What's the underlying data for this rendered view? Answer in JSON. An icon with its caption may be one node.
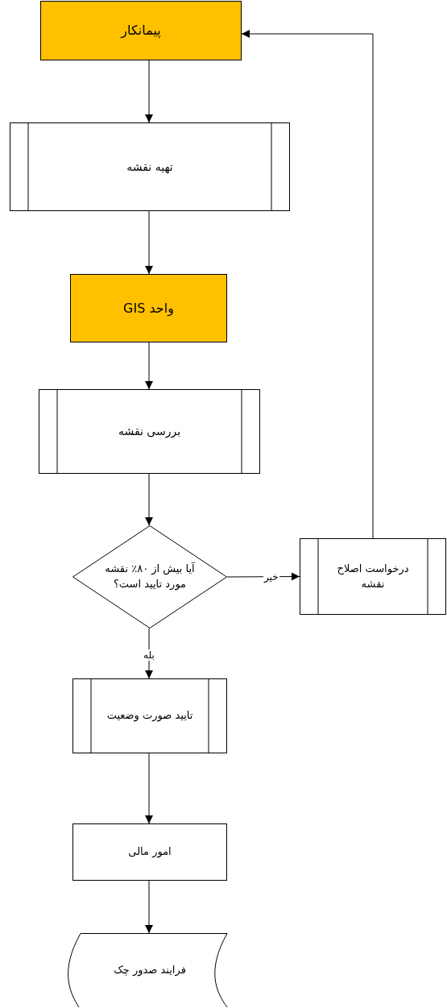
{
  "diagram": {
    "nodes": [
      {
        "text": [
          "پیمانکار"
        ]
      },
      {
        "text": [
          "تهیه نقشه"
        ]
      },
      {
        "text": [
          "واحد GIS"
        ]
      },
      {
        "text": [
          "بررسی نقشه"
        ]
      },
      {
        "text": [
          "آیا بیش از ۸۰٪ نقشه مورد تایید است؟"
        ]
      },
      {
        "text": [
          "درخواست اصلاح نقشه"
        ]
      },
      {
        "text": [
          "تایید صورت وضعیت"
        ]
      },
      {
        "text": [
          "امور مالی"
        ]
      },
      {
        "text": [
          "فرایند صدور چک"
        ]
      }
    ],
    "edges": [
      {
        "from": 0,
        "to": 1,
        "arrow": "to"
      },
      {
        "from": 1,
        "to": 2,
        "arrow": "to"
      },
      {
        "from": 2,
        "to": 3,
        "arrow": "to"
      },
      {
        "from": 3,
        "to": 4,
        "arrow": "to"
      },
      {
        "from": 4,
        "to": 5,
        "arrow": "to",
        "label": "خیر"
      },
      {
        "from": 4,
        "to": 6,
        "arrow": "to",
        "label": "بله"
      },
      {
        "from": 6,
        "to": 7,
        "arrow": "to"
      },
      {
        "from": 7,
        "to": 8,
        "arrow": "to"
      },
      {
        "from": 5,
        "to": 0,
        "arrow": "to"
      }
    ]
  }
}
